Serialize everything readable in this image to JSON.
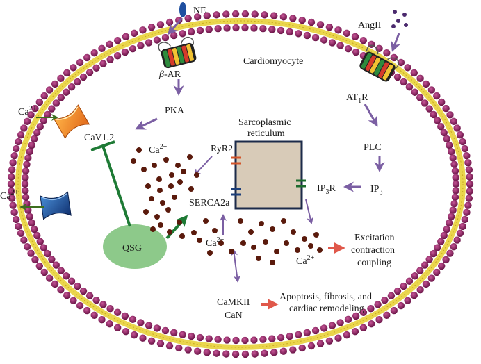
{
  "labels": {
    "ne": "NE",
    "angii": "AngII",
    "cardiomyocyte": "Cardiomyocyte",
    "beta_ar_prefix": "β",
    "beta_ar_rest": "-AR",
    "at1r_main": "AT",
    "at1r_sub": "1",
    "at1r_end": "R",
    "pka": "PKA",
    "plc": "PLC",
    "ca_out_top_base": "Ca",
    "ca_out_top_sup": "2+",
    "ca_out_bottom_base": "Ca",
    "ca_out_bottom_sup": "2+",
    "cav12": "CaV1.2",
    "ca_inner_base": "Ca",
    "ca_inner_sup": "2+",
    "ryr2": "RyR2",
    "sr_line1": "Sarcoplasmic",
    "sr_line2": "reticulum",
    "ip3r_main": "IP",
    "ip3r_sub": "3",
    "ip3r_end": "R",
    "ip3_main": "IP",
    "ip3_sub": "3",
    "serca2a": "SERCA2a",
    "qsg": "QSG",
    "ca_mid_base": "Ca",
    "ca_mid_sup": "2+",
    "ca_right_base": "Ca",
    "ca_right_sup": "2+",
    "exc_line1": "Excitation",
    "exc_line2": "contraction",
    "exc_line3": "coupling",
    "camkii": "CaMKII",
    "can": "CaN",
    "apop_line1": "Apoptosis, fibrosis, and",
    "apop_line2": "cardiac remodeling"
  },
  "colors": {
    "membrane_head": "#8a1f5e",
    "membrane_tail": "#e8d23a",
    "signal_arrow": "#7b5fa3",
    "qsg_fill": "#8dc98a",
    "qsg_arrow": "#1e7a35",
    "ca_dot": "#5a1a0c",
    "sr_fill": "#d8cbb8",
    "sr_border": "#1c2b4a",
    "ryr2_channel": "#d2542a",
    "serca_channel": "#1d3f7a",
    "ip3r_channel": "#1d6b2e",
    "outcome_arrow": "#e0584a",
    "influx_arrow": "#3d6e1e",
    "ne_ligand": "#1e4fa0",
    "angii_ligand": "#4b2a6e"
  },
  "icons": {
    "membrane": "phospholipid-bilayer-ring",
    "beta_receptor": "seven-transmembrane-receptor-icon",
    "at1_receptor": "seven-transmembrane-receptor-icon",
    "l_type_channel": "orange-ion-channel-icon",
    "efflux_channel": "blue-ion-channel-icon"
  }
}
